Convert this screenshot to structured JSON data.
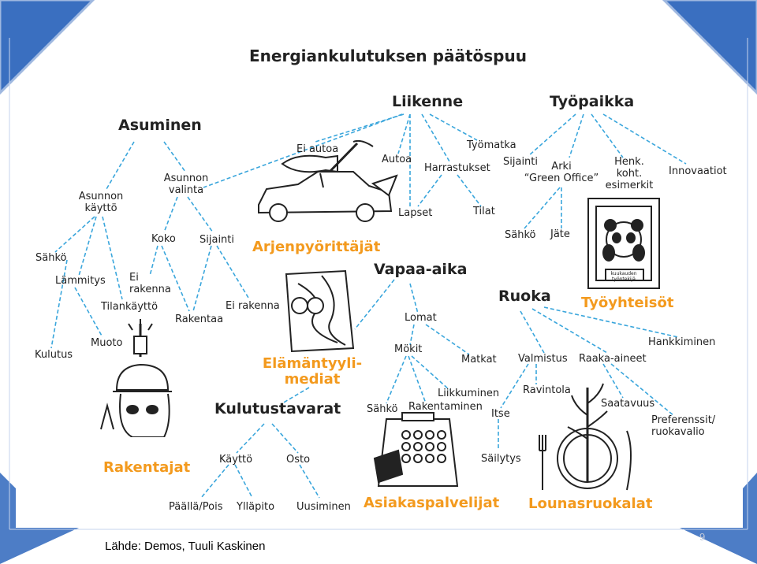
{
  "title": "Energiankulutuksen päätöspuu",
  "headings": {
    "asuminen": "Asuminen",
    "liikenne": "Liikenne",
    "tyopaikka": "Työpaikka",
    "vapaa_aika": "Vapaa-aika",
    "ruoka": "Ruoka",
    "kulutustavarat": "Kulutustavarat"
  },
  "asuminen": {
    "asunnon_kaytto": "Asunnon\nkäyttö",
    "asunnon_valinta": "Asunnon\nvalinta",
    "sahko": "Sähkö",
    "lammitys": "Lämmitys",
    "tilankaytto": "Tilankäyttö",
    "kulutus": "Kulutus",
    "muoto": "Muoto",
    "koko": "Koko",
    "sijainti": "Sijainti",
    "ei_rakenna_1": "Ei\nrakenna",
    "rakentaa": "Rakentaa",
    "ei_rakenna_2": "Ei rakenna"
  },
  "liikenne": {
    "ei_autoa": "Ei autoa",
    "autoa": "Autoa",
    "harrastukset": "Harrastukset",
    "tyomatka": "Työmatka",
    "lapset": "Lapset",
    "tilat": "Tilat"
  },
  "tyopaikka": {
    "sijainti": "Sijainti",
    "arki": "Arki\n“Green Office”",
    "henk": "Henk.\nkoht.\nesimerkit",
    "innovaatiot": "Innovaatiot",
    "sahko": "Sähkö",
    "jate": "Jäte",
    "frame_caption": "kuukauden\ntyöntekijä"
  },
  "vapaa_aika": {
    "lomat": "Lomat",
    "mokit": "Mökit",
    "matkat": "Matkat",
    "sahko": "Sähkö",
    "rakentaminen": "Rakentaminen",
    "liikkuminen": "Liikkuminen"
  },
  "ruoka": {
    "hankkiminen": "Hankkiminen",
    "valmistus": "Valmistus",
    "raaka_aineet": "Raaka-aineet",
    "ravintola": "Ravintola",
    "saatavuus": "Saatavuus",
    "itse": "Itse",
    "preferenssit": "Preferenssit/\nruokavalio",
    "sailytys": "Säilytys"
  },
  "kulutustavarat": {
    "kaytto": "Käyttö",
    "osto": "Osto",
    "paalla_pois": "Päällä/Pois",
    "yllapito": "Ylläpito",
    "uusiminen": "Uusiminen"
  },
  "groups": {
    "arjenpyorittajat": "Arjenpyörittäjät",
    "elamantyyli": "Elämäntyyli-\nmediat",
    "tyoyhteisot": "Työyhteisöt",
    "rakentajat": "Rakentajat",
    "asiakaspalvelijat": "Asiakaspalvelijat",
    "lounasruokalat": "Lounasruokalat"
  },
  "source": "Lähde: Demos, Tuuli Kaskinen",
  "page_number": "9",
  "colors": {
    "line": "#3aa6dc",
    "accent": "#f39a1e",
    "corner": "#3a6fc0"
  }
}
